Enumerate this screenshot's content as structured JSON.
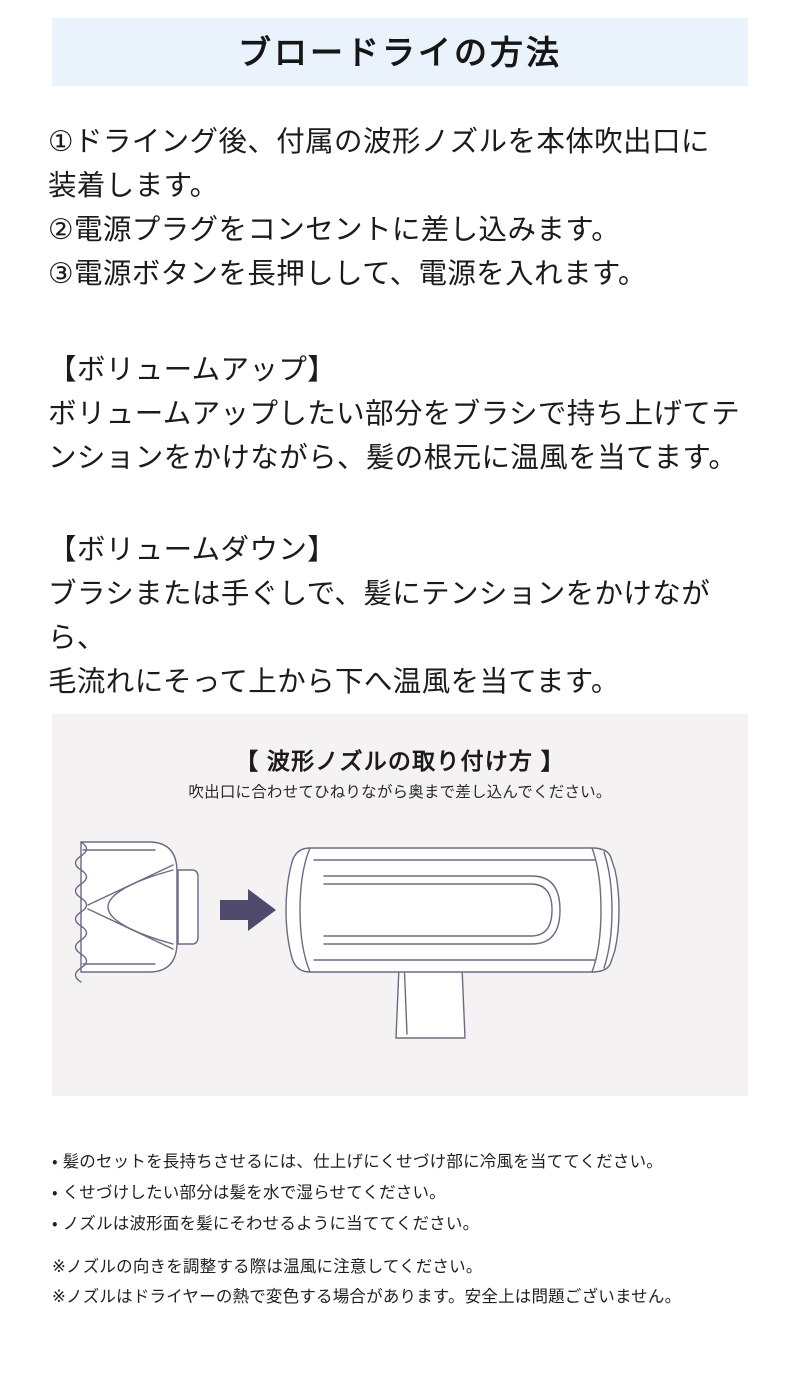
{
  "header": {
    "title": "ブロードライの方法",
    "band_color": "#eaf2fb"
  },
  "steps": {
    "line1": "①ドライング後、付属の波形ノズルを本体吹出口に",
    "line2": "装着します。",
    "line3": "②電源プラグをコンセントに差し込みます。",
    "line4": "③電源ボタンを長押しして、電源を入れます。"
  },
  "volume_up": {
    "heading": "【ボリュームアップ】",
    "line1": "ボリュームアップしたい部分をブラシで持ち上げてテ",
    "line2": "ンションをかけながら、髪の根元に温風を当てます。"
  },
  "volume_down": {
    "heading": "【ボリュームダウン】",
    "line1": "ブラシまたは手ぐしで、髪にテンションをかけながら、",
    "line2": "毛流れにそって上から下へ温風を当てます。"
  },
  "illustration": {
    "heading": "【 波形ノズルの取り付け方 】",
    "subtitle": "吹出口に合わせてひねりながら奥まで差し込んでください。",
    "panel_color": "#f4f2f3",
    "arrow_color": "#4d4a6b",
    "line_color": "#6b6a86",
    "nozzle_label": "wavy-nozzle",
    "dryer_label": "hair-dryer-body"
  },
  "bullets": [
    "・ 髪のセットを長持ちさせるには、仕上げにくせづけ部に冷風を当ててください。",
    "・ くせづけしたい部分は髪を水で湿らせてください。",
    "・ ノズルは波形面を髪にそわせるように当ててください。"
  ],
  "notes": [
    "※ノズルの向きを調整する際は温風に注意してください。",
    "※ノズルはドライヤーの熱で変色する場合があります。安全上は問題ございません。"
  ]
}
